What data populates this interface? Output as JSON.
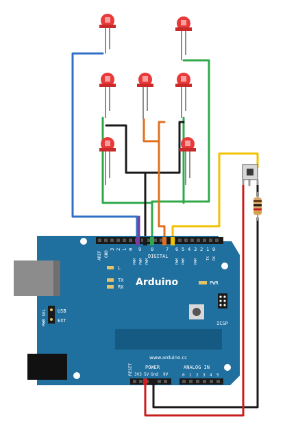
{
  "board": {
    "name": "Arduino",
    "url": "www.arduino.cc",
    "labels": {
      "aref": "AREF",
      "gnd": "GND",
      "digital": "DIGITAL",
      "analog_in": "ANALOG IN",
      "power": "POWER",
      "reset": "RESET",
      "icsp": "ICSP",
      "pwr": "PWR",
      "l": "L",
      "tx": "TX",
      "rx": "RX",
      "usb": "USB",
      "ext": "EXT",
      "pwr_sel": "PWR SEL",
      "v33": "3V3",
      "v5": "5V",
      "gnd_lower": "Gnd",
      "v9": "9V",
      "tx_pin": "TX",
      "rx_pin": "RX",
      "pwm": "PWM"
    },
    "digital_pins_top": [
      "1",
      "1",
      "1",
      "1",
      "",
      "",
      "",
      "",
      "",
      "",
      "",
      "",
      ""
    ],
    "digital_pins_bottom": [
      "3",
      "2",
      "1",
      "0",
      "9",
      "8",
      "7",
      "6",
      "5",
      "4",
      "3",
      "2",
      "1",
      "0"
    ],
    "analog_pins": [
      "0",
      "1",
      "2",
      "3",
      "4",
      "5"
    ]
  },
  "colors": {
    "board": "#1f6f9f",
    "board_dark": "#155a82",
    "header": "#1a1a1a",
    "led": "#e83a3a",
    "wire_blue": "#2f6fc4",
    "wire_green": "#2fa84a",
    "wire_black": "#1a1a1a",
    "wire_orange": "#e07020",
    "wire_yellow": "#f2c200",
    "wire_purple": "#7a3aa0",
    "wire_red": "#c81e1e",
    "button": "#7a7a7a"
  }
}
